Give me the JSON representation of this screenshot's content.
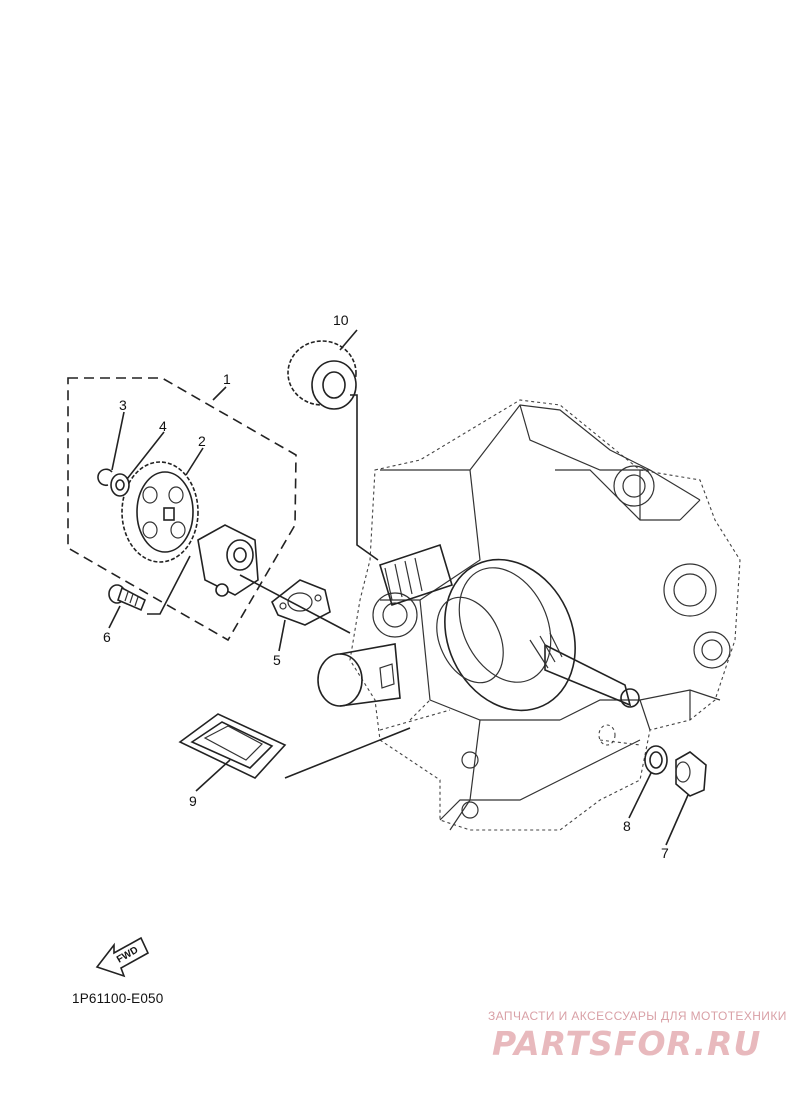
{
  "callouts": [
    "1",
    "2",
    "3",
    "4",
    "5",
    "6",
    "7",
    "8",
    "9",
    "10"
  ],
  "fwd_label": "FWD",
  "part_code": "1P61100-E050",
  "watermark": {
    "tagline": "ЗАПЧАСТИ И АКСЕССУАРЫ ДЛЯ МОТОТЕХНИКИ",
    "logo": "PARTSFOR.RU"
  }
}
